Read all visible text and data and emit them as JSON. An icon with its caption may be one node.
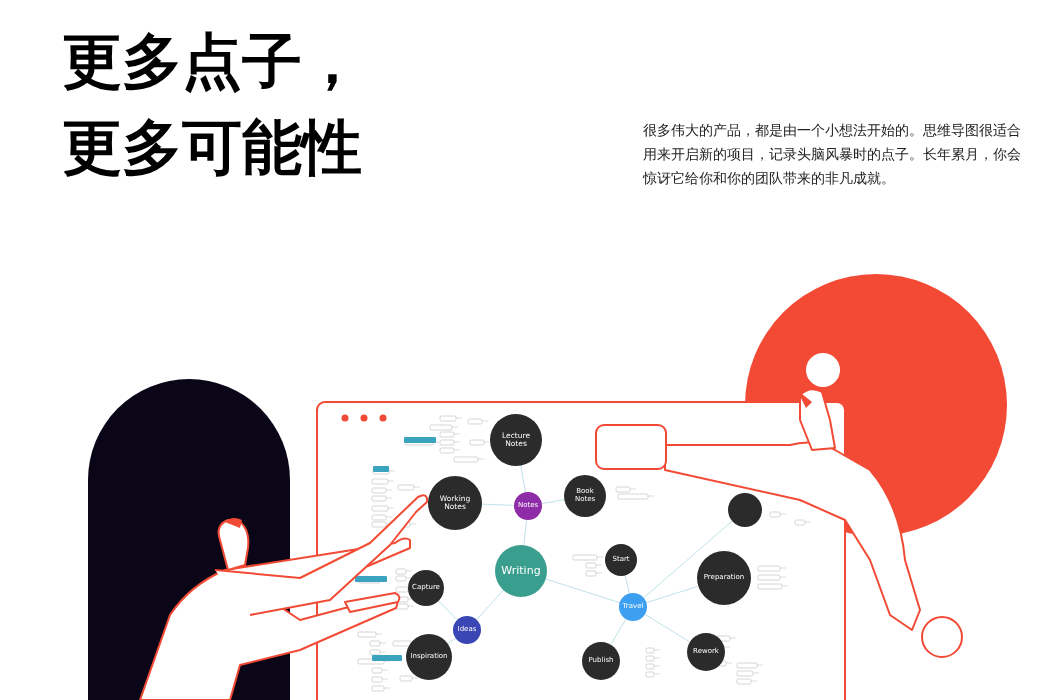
{
  "diagram": {
    "title": "更多点子，更多可能性",
    "nodes": [
      {
        "text": [
          "Writing"
        ]
      },
      {
        "text": [
          "Notes"
        ]
      },
      {
        "text": [
          "Ideas"
        ]
      },
      {
        "text": [
          "Travel"
        ]
      },
      {
        "text": [
          "Lecture Notes"
        ]
      },
      {
        "text": [
          "Working Notes"
        ]
      },
      {
        "text": [
          "Book Notes"
        ]
      },
      {
        "text": [
          "Capture"
        ]
      },
      {
        "text": [
          "Inspiration"
        ]
      },
      {
        "text": [
          "Start"
        ]
      },
      {
        "text": [
          "Preparation"
        ]
      },
      {
        "text": [
          "Publish"
        ]
      },
      {
        "text": [
          "Rework"
        ]
      },
      {
        "text": [],
        "shape": "circle"
      }
    ],
    "edges": [
      {
        "from": 0,
        "to": 1,
        "arrow": "none"
      },
      {
        "from": 0,
        "to": 2,
        "arrow": "none"
      },
      {
        "from": 0,
        "to": 3,
        "arrow": "none"
      },
      {
        "from": 1,
        "to": 4,
        "arrow": "none"
      },
      {
        "from": 1,
        "to": 5,
        "arrow": "none"
      },
      {
        "from": 1,
        "to": 6,
        "arrow": "none"
      },
      {
        "from": 2,
        "to": 7,
        "arrow": "none"
      },
      {
        "from": 2,
        "to": 8,
        "arrow": "none"
      },
      {
        "from": 3,
        "to": 9,
        "arrow": "none"
      },
      {
        "from": 3,
        "to": 10,
        "arrow": "none"
      },
      {
        "from": 3,
        "to": 11,
        "arrow": "none"
      },
      {
        "from": 3,
        "to": 12,
        "arrow": "none"
      },
      {
        "from": 3,
        "to": 13,
        "arrow": "none"
      }
    ],
    "labels": [
      "很多伟大的产品，都是由一个小想法开始的。思维导图很适合用来开启新的项目，记录头脑风暴时的点子。长年累月，你会惊讶它给你和你的团队带来的非凡成就。"
    ]
  }
}
